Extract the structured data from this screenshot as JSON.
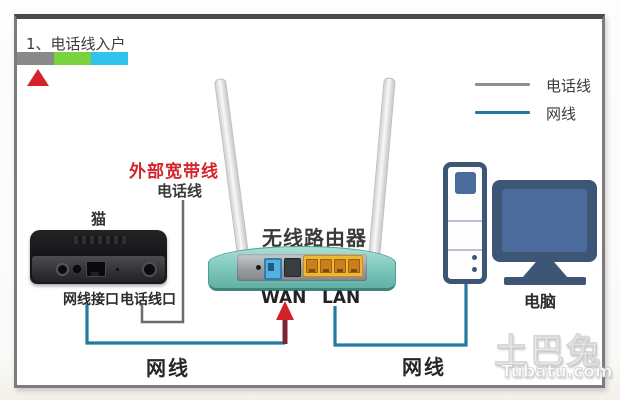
{
  "step_banner": {
    "title": "1、电话线入户",
    "segments": [
      {
        "name": "gray",
        "color": "#8a8a8a"
      },
      {
        "name": "green",
        "color": "#7bd23f"
      },
      {
        "name": "cyan",
        "color": "#30c3ee"
      }
    ],
    "marker_color": "#d6232b"
  },
  "legend": {
    "items": [
      {
        "label": "电话线",
        "line_color": "#8f8f8f"
      },
      {
        "label": "网线",
        "line_color": "#2579a1"
      }
    ]
  },
  "annotations": {
    "external_broadband_label": "外部宽带线",
    "phone_line_label": "电话线"
  },
  "modem": {
    "label": "猫",
    "network_port_label": "网线接口",
    "phone_port_label": "电话线口"
  },
  "router": {
    "label": "无线路由器",
    "wan_label": "WAN",
    "lan_label": "LAN"
  },
  "computer": {
    "label": "电脑"
  },
  "cable_labels": {
    "left": "网线",
    "right": "网线"
  },
  "watermark": {
    "brand": "土巴兔",
    "site": "Tubatu.com"
  },
  "colors": {
    "cable_blue": "#2579a1",
    "phone_gray": "#6b6b6b",
    "arrow_red": "#d42028",
    "arrow_stem": "#7c2430",
    "router_teal": "#74c0b4",
    "computer_navy": "#3d5676",
    "lan_yellow": "#f2b731",
    "wan_port_blue": "#57b0dc"
  }
}
